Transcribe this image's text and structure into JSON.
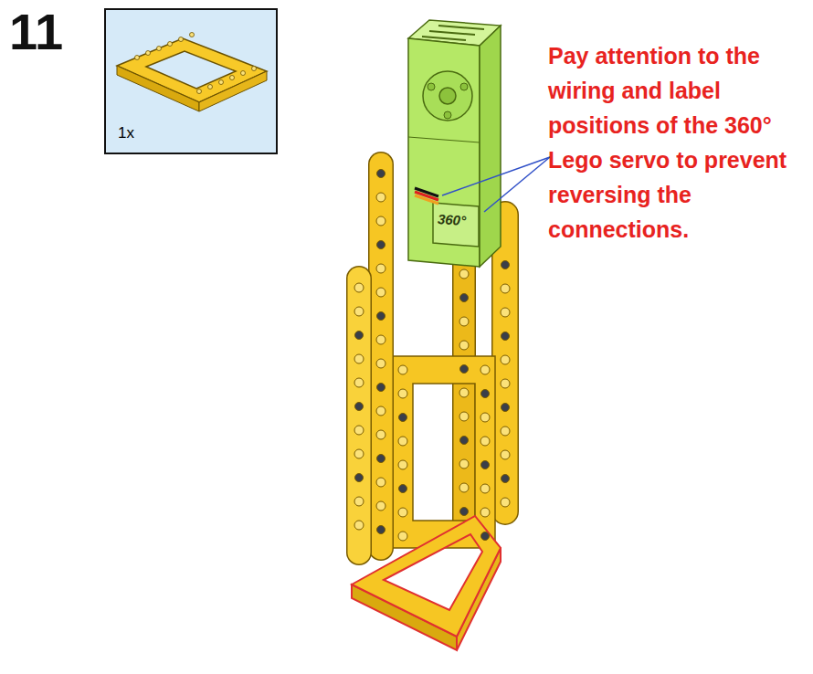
{
  "diagram": {
    "nodes": [
      {
        "text": [
          "1x"
        ]
      }
    ],
    "labels": [
      "11",
      "360°",
      "Pay attention to the wiring and label positions of the 360° Lego servo to prevent reversing the connections."
    ]
  }
}
